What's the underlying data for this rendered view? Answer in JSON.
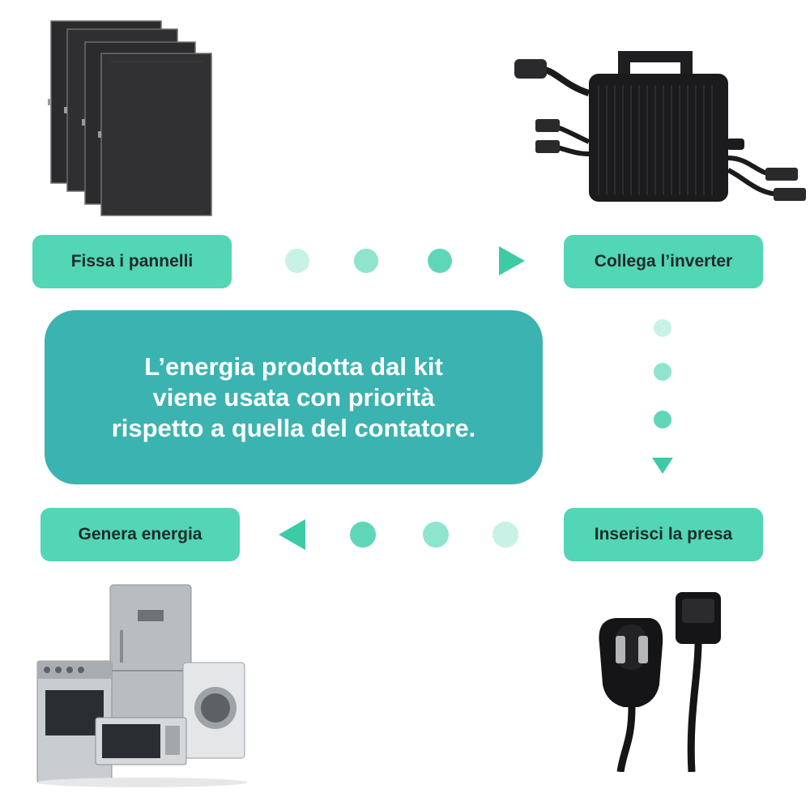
{
  "colors": {
    "box_fill": "#52d6b5",
    "panel_fill": "#3bb3b0",
    "arrow": "#3dcba5",
    "dot_light": "#c7f2e5",
    "dot_mid": "#8fe4cd",
    "dot_dark": "#5fd6b8"
  },
  "steps": {
    "fissa": "Fissa i pannelli",
    "collega": "Collega l’inverter",
    "inserisci": "Inserisci la presa",
    "genera": "Genera energia"
  },
  "center": {
    "line1": "L’energia prodotta dal kit",
    "line2": "viene usata con priorità",
    "line3": "rispetto a quella del contatore."
  },
  "icons": {
    "solar": "solar-panels-icon",
    "inverter": "micro-inverter-icon",
    "appliances": "home-appliances-icon",
    "plug": "power-cable-plug-icon"
  }
}
